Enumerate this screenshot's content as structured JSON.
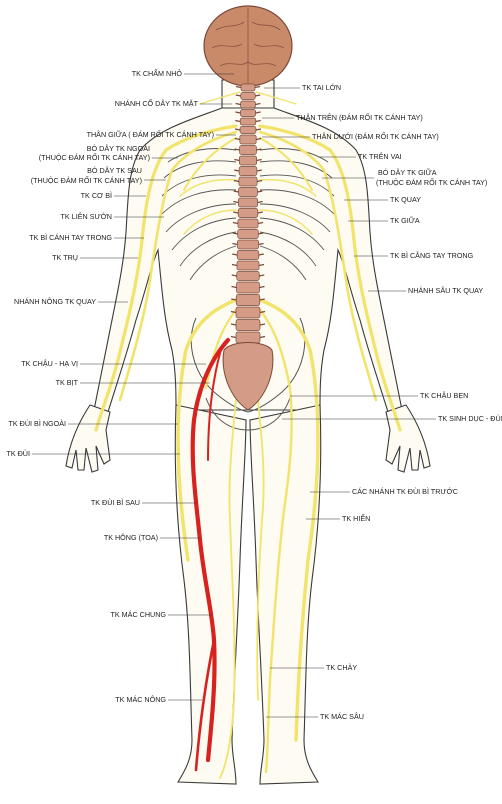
{
  "colors": {
    "nerve": "#f2e36a",
    "nerve_dark": "#c9b63a",
    "sciatic": "#d8221f",
    "brain": "#c98a6a",
    "spine": "#d49b86",
    "outline": "#3a3a3a",
    "ribs": "#555555"
  },
  "labels": {
    "left": [
      "TK CHẨM NHỎ",
      "NHÁNH CỔ DÂY TK MẶT",
      "THÂN GIỮA ( ĐÁM RỐI TK CÁNH TAY)",
      "BÓ DÂY TK NGOÀI",
      "(THUỘC ĐÁM RỐI TK CÁNH TAY)",
      "BÓ DÂY TK SAU",
      "(THUỘC ĐÁM RỐI TK CÁNH TAY)",
      "TK CƠ BÌ",
      "TK LIÊN SƯỜN",
      "TK BÌ CÁNH TAY TRONG",
      "TK TRỤ",
      "NHÁNH NÔNG TK QUAY",
      "TK CHẬU - HẠ VỊ",
      "TK BỊT",
      "TK ĐÙI BÌ NGOÀI",
      "TK ĐÙI",
      "TK ĐÙI BÌ SAU",
      "TK HÔNG (TOA)",
      "TK MÁC CHUNG",
      "TK MÁC NÔNG"
    ],
    "right": [
      "TK TAI LỚN",
      "THÂN TRÊN (ĐÁM RỐI TK CÁNH TAY)",
      "THÂN DƯỚI (ĐÁM RỐI TK CÁNH TAY)",
      "TK TRÊN VAI",
      "BÓ DÂY TK GIỮA",
      "(THUỘC ĐÁM RỐI TK CÁNH TAY)",
      "TK QUAY",
      "TK GIỮA",
      "TK BÌ CẲNG TAY TRONG",
      "NHÁNH SÂU TK QUAY",
      "TK CHẬU BẸN",
      "TK SINH DỤC - ĐÙI",
      "CÁC NHÁNH TK ĐÙI BÌ TRƯỚC",
      "TK HIỂN",
      "TK CHÀY",
      "TK MÁC SÂU"
    ]
  }
}
